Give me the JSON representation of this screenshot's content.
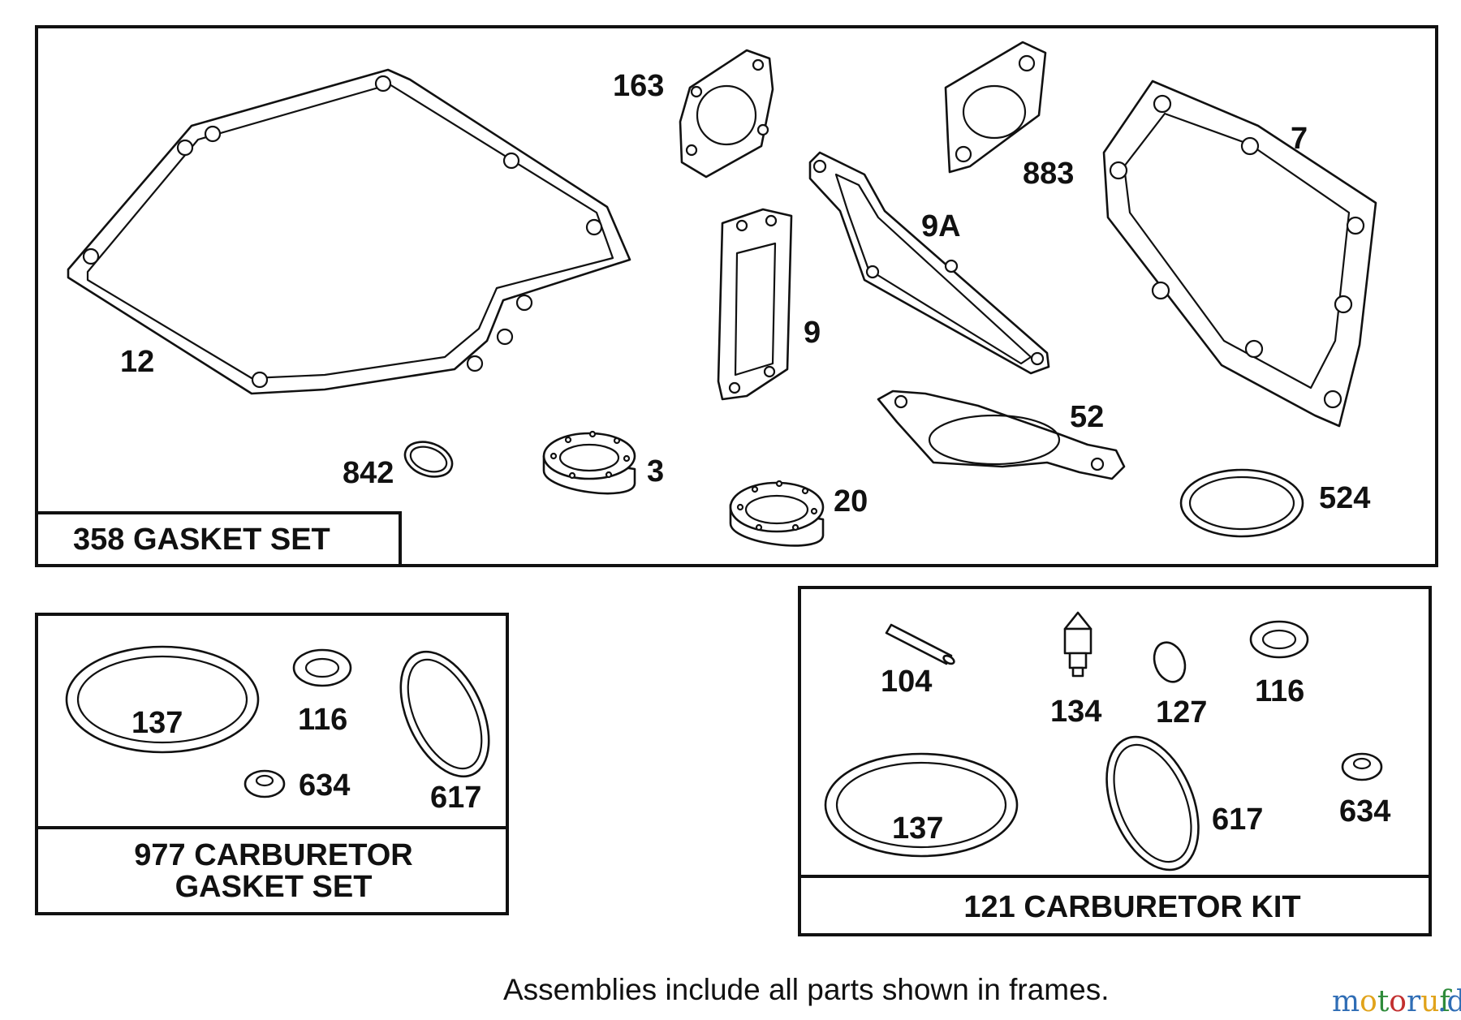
{
  "frames": {
    "gasket_set": {
      "title": "358 GASKET SET",
      "parts": [
        "12",
        "163",
        "883",
        "7",
        "9A",
        "9",
        "52",
        "842",
        "3",
        "20",
        "524"
      ]
    },
    "carburetor_gasket_set": {
      "title_line1": "977 CARBURETOR",
      "title_line2": "GASKET SET",
      "parts": [
        "137",
        "116",
        "634",
        "617"
      ]
    },
    "carburetor_kit": {
      "title": "121 CARBURETOR KIT",
      "parts": [
        "104",
        "134",
        "127",
        "116",
        "137",
        "617",
        "634"
      ]
    }
  },
  "footer_note": "Assemblies include all parts shown in frames.",
  "watermark": {
    "brand": "motoruf",
    "suffix": ".de",
    "colors": [
      "#2f6db5",
      "#e1a31b",
      "#2e8b3a",
      "#c22f2f",
      "#2f6db5",
      "#e1a31b",
      "#2e8b3a"
    ]
  }
}
